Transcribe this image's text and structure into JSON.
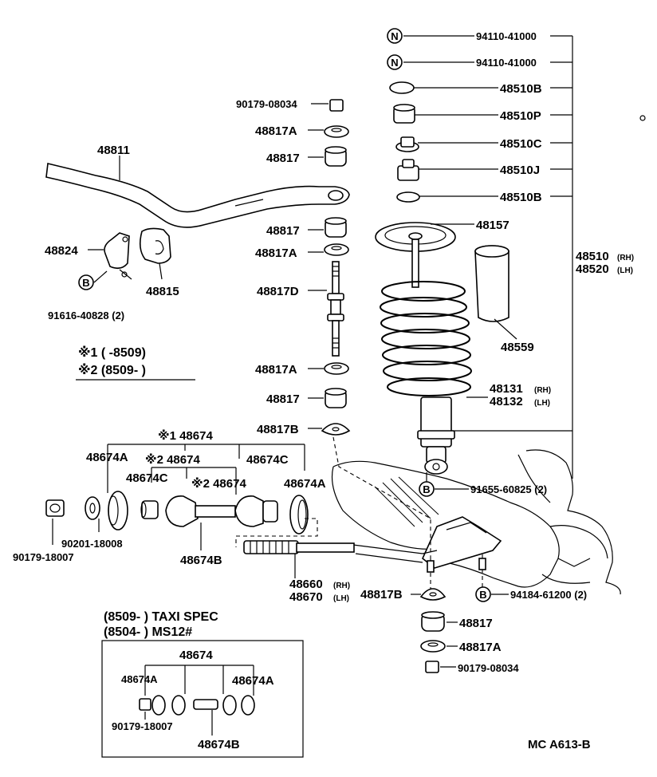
{
  "labels": {
    "nut_top_1": "94110-41000",
    "nut_top_2": "94110-41000",
    "bushing_b_top": "48510B",
    "bushing_p": "48510P",
    "bushing_c": "48510C",
    "bushing_j": "48510J",
    "bushing_b_low": "48510B",
    "insulator": "48157",
    "absorber_rh": "48510",
    "absorber_rh_sfx": "(RH)",
    "absorber_lh": "48520",
    "absorber_lh_sfx": "(LH)",
    "bound_bumper": "48559",
    "spring_rh": "48131",
    "spring_rh_sfx": "(RH)",
    "spring_lh": "48132",
    "spring_lh_sfx": "(LH)",
    "bolt_lower": "91655-60825 (2)",
    "stab_nut_top": "90179-08034",
    "stab_48817A_1": "48817A",
    "stab_48817_1": "48817",
    "stab_bar": "48811",
    "stab_48817_2": "48817",
    "stab_48817A_2": "48817A",
    "stab_bracket": "48824",
    "stab_bushing": "48815",
    "stab_bolt": "91616-40828 (2)",
    "stab_48817D": "48817D",
    "stab_48817A_3": "48817A",
    "stab_48817_3": "48817",
    "stab_48817B": "48817B",
    "note1": "※1 (     -8509)",
    "note2": "※2 (8509-       )",
    "strut_48674_n1": "※1 48674",
    "strut_48674_n2a": "※2 48674",
    "strut_48674_n2b": "※2 48674",
    "strut_48674A_l": "48674A",
    "strut_48674C_l": "48674C",
    "strut_48674C_r": "48674C",
    "strut_48674A_r": "48674A",
    "strut_48674B": "48674B",
    "strut_nut": "90179-18007",
    "strut_washer": "90201-18008",
    "strut_rod_rh": "48660",
    "strut_rod_rh_sfx": "(RH)",
    "strut_rod_lh": "48670",
    "strut_rod_lh_sfx": "(LH)",
    "lower_48817B": "48817B",
    "lower_bolt": "94184-61200 (2)",
    "lower_48817": "48817",
    "lower_48817A": "48817A",
    "lower_nut": "90179-08034",
    "taxi_line1": "(8509-          ) TAXI SPEC",
    "taxi_line2": "(8504-          ) MS12#",
    "box_48674": "48674",
    "box_48674A_l": "48674A",
    "box_48674A_r": "48674A",
    "box_nut": "90179-18007",
    "box_48674B": "48674B",
    "figure_code": "MC  A613-B"
  },
  "callouts": {
    "nut_symbol": "N",
    "bolt_symbol": "B"
  },
  "colors": {
    "ink": "#000000",
    "paper": "#ffffff"
  }
}
